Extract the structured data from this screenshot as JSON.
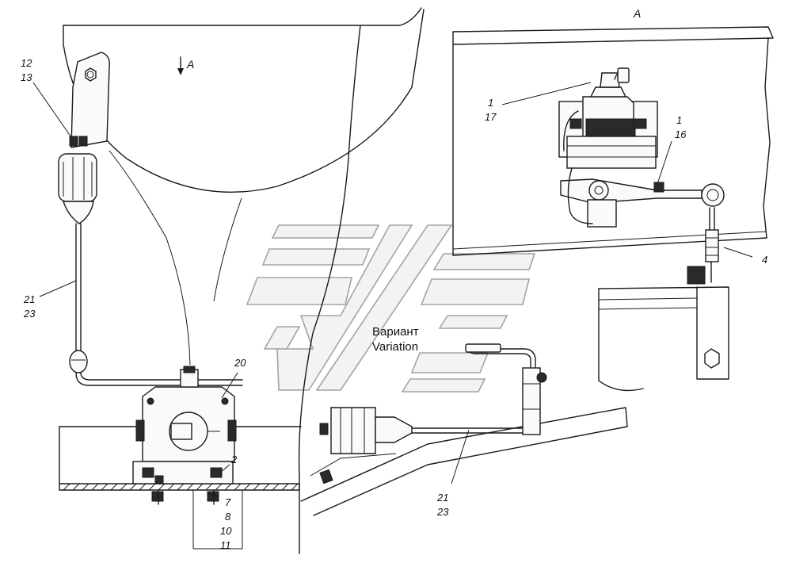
{
  "view_marker": {
    "letter": "A"
  },
  "callouts": {
    "c12": "12",
    "c13": "13",
    "c1a": "1",
    "c17": "17",
    "c1b": "1",
    "c16": "16",
    "c4": "4",
    "c21a": "21",
    "c23a": "23",
    "c20": "20",
    "c2": "2",
    "c7": "7",
    "c8": "8",
    "c10": "10",
    "c11": "11",
    "c21b": "21",
    "c23b": "23"
  },
  "variant": {
    "ru": "Вариант",
    "en": "Variation"
  }
}
